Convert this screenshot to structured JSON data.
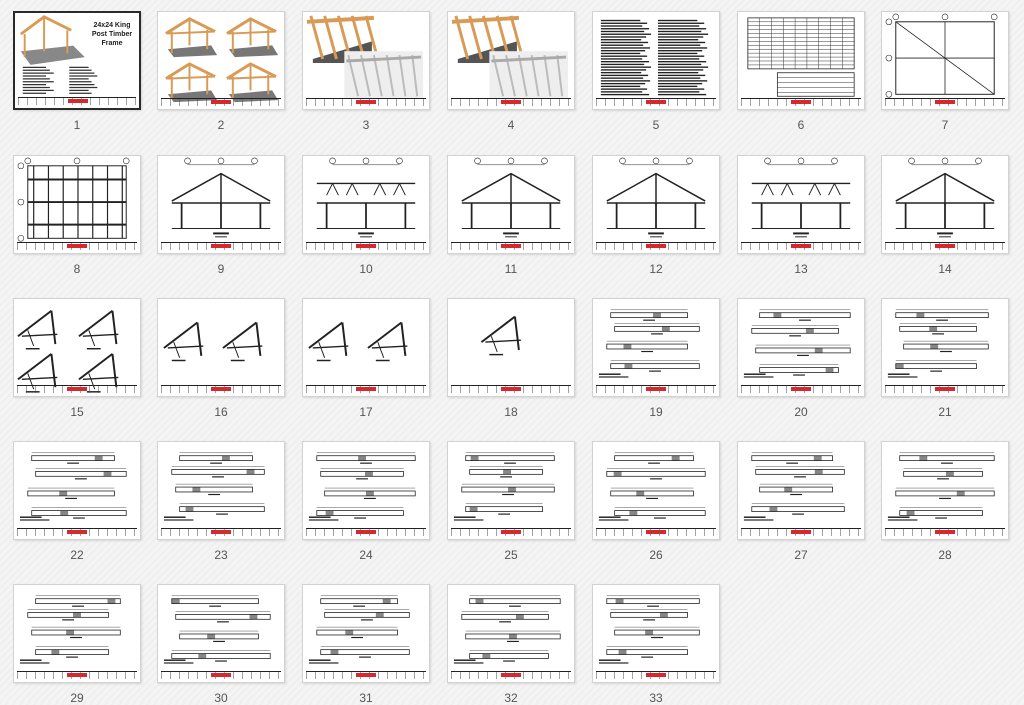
{
  "page_labels": [
    "1",
    "2",
    "3",
    "4",
    "5",
    "6",
    "7",
    "8",
    "9",
    "10",
    "11",
    "12",
    "13",
    "14",
    "15",
    "16",
    "17",
    "18",
    "19",
    "20",
    "21",
    "22",
    "23",
    "24",
    "25",
    "26",
    "27",
    "28",
    "29",
    "30",
    "31",
    "32",
    "33"
  ],
  "selected_page": "1",
  "cover": {
    "title_line1": "24x24 King",
    "title_line2": "Post Timber",
    "title_line3": "Frame"
  },
  "colors": {
    "selection_border": "#2a2a2a",
    "brand_red": "#d7282f",
    "timber": "#d99a55",
    "background": "#f4f4f4"
  }
}
